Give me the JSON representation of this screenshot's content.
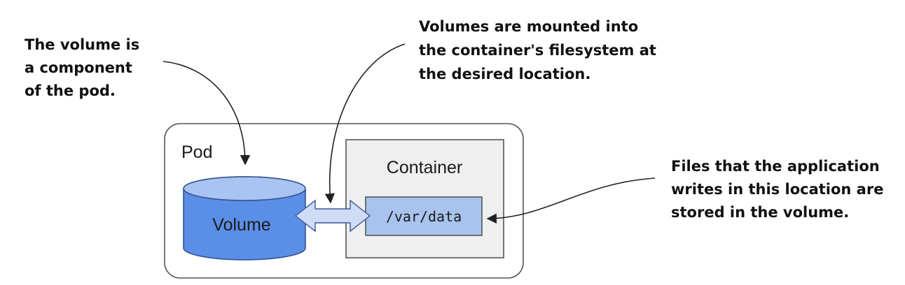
{
  "callouts": {
    "volume_component": [
      "The volume is",
      "a component",
      "of the pod."
    ],
    "mount_note": [
      "Volumes are mounted into",
      "the container's filesystem at",
      "the desired location."
    ],
    "files_note": [
      "Files that the application",
      "writes in this location are",
      "stored in the volume."
    ]
  },
  "labels": {
    "pod": "Pod",
    "container": "Container",
    "volume": "Volume",
    "mount_path": "/var/data"
  },
  "colors": {
    "volume_fill": "#5b8ee6",
    "volume_top": "#a9c4f2",
    "mount_fill": "#a8c3ee",
    "container_fill": "#efefef",
    "arrow_fill": "#cfdcf5"
  }
}
